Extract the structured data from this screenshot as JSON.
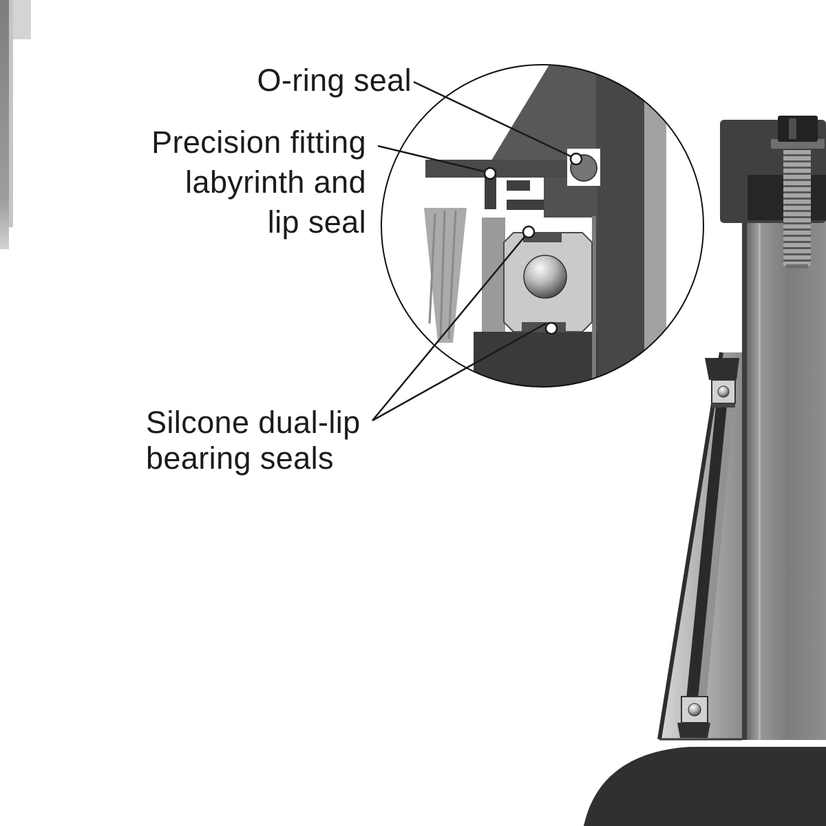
{
  "labels": {
    "oring_seal": "O-ring seal",
    "precision_fitting": [
      "Precision fitting",
      "labyrinth and",
      "lip seal"
    ],
    "silicone_seals": [
      "Silcone dual-lip",
      "bearing seals"
    ]
  },
  "callouts": [
    {
      "label": "O-ring seal",
      "target": "o-ring"
    },
    {
      "label": "Precision fitting labyrinth and lip seal",
      "target": "labyrinth-lip-seal"
    },
    {
      "label": "Silcone dual-lip bearing seals",
      "target": "upper-bearing-seal"
    },
    {
      "label": "Silcone dual-lip bearing seals",
      "target": "lower-bearing-seal"
    }
  ],
  "colors": {
    "background": "#ffffff",
    "text": "#1b1b1b",
    "callout_line": "#1a1a1a",
    "dark_metal": "#3a3a3a",
    "mid_metal": "#8a8a8a",
    "light_metal": "#c9c9c9"
  }
}
